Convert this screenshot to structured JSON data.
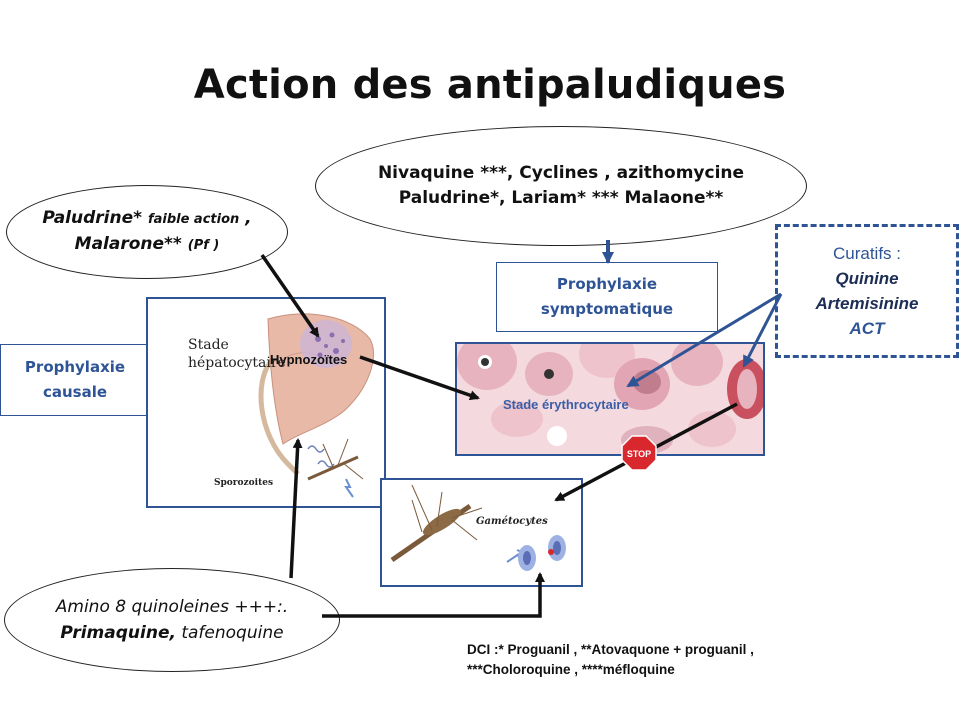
{
  "title": "Action des antipaludiques",
  "ellipse_top": {
    "line1": "Nivaquine ***, Cyclines , azithomycine",
    "line2": "Paludrine*, Lariam* *** Malaone**"
  },
  "ellipse_left": {
    "line1_main": "Paludrine* ",
    "line1_small": "faible action",
    "line1_end": " ,",
    "line2_main": "Malarone** ",
    "line2_small": "(Pf )"
  },
  "ellipse_bottom": {
    "line1": "Amino 8 quinoleines +++:.",
    "line2_bold": "Primaquine,",
    "line2_rest": " tafenoquine"
  },
  "prophylaxie_symptomatique": {
    "line1": "Prophylaxie",
    "line2": "symptomatique"
  },
  "prophylaxie_causale": {
    "line1": "Prophylaxie",
    "line2": "causale"
  },
  "curatifs": {
    "heading": "Curatifs :",
    "item1": "Quinine",
    "item2": "Artemisinine",
    "item3": "ACT"
  },
  "panels": {
    "hepatic_stage_line1": "Stade",
    "hepatic_stage_line2": "hépatocytaire",
    "sporozoites": "Sporozoites",
    "hypnozoites": "Hypnozoïtes",
    "erythro_stage": "Stade érythrocytaire",
    "gametocytes": "Gamétocytes",
    "stop_sign": "STOP"
  },
  "footnote": {
    "line1": "DCI :* Proguanil , **Atovaquone + proguanil ,",
    "line2": "***Choloroquine , ****méfloquine"
  },
  "colors": {
    "accent_blue": "#2f5496",
    "stop_red": "#d9272e",
    "arrow_black": "#111111"
  }
}
